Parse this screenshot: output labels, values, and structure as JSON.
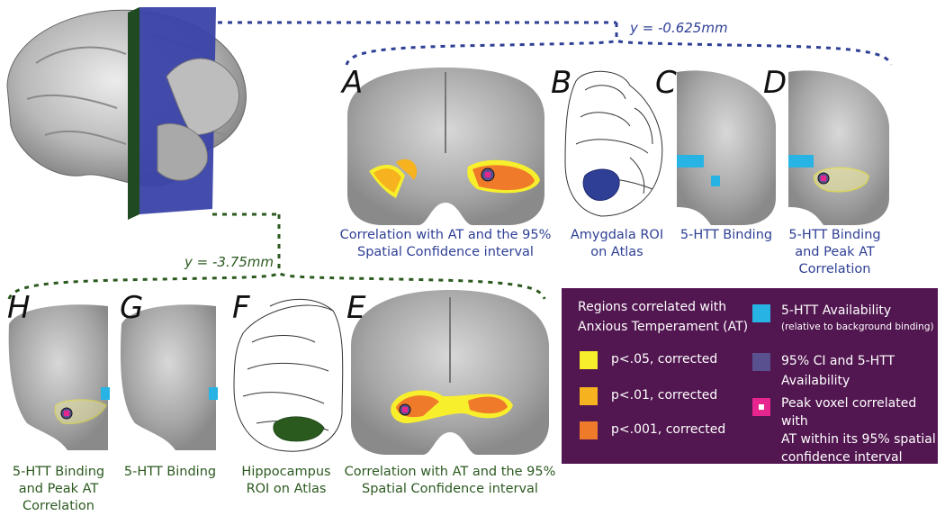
{
  "depth_labels": {
    "top": "y = -0.625mm",
    "bottom": "y = -3.75mm"
  },
  "panels": [
    {
      "letter": "A",
      "caption": "Correlation with AT and the 95%\nSpatial Confidence interval"
    },
    {
      "letter": "B",
      "caption": "Amygdala ROI\non Atlas"
    },
    {
      "letter": "C",
      "caption": "5-HTT Binding"
    },
    {
      "letter": "D",
      "caption": "5-HTT Binding\nand Peak AT\nCorrelation"
    },
    {
      "letter": "E",
      "caption": "Correlation with AT and the 95%\nSpatial Confidence interval"
    },
    {
      "letter": "F",
      "caption": "Hippocampus\nROI on Atlas"
    },
    {
      "letter": "G",
      "caption": "5-HTT Binding"
    },
    {
      "letter": "H",
      "caption": "5-HTT Binding\nand Peak AT\nCorrelation"
    }
  ],
  "legend": {
    "title": "Regions correlated with\nAnxious Temperament (AT)",
    "items": [
      {
        "label": "p<.05, corrected",
        "color": "#f7ef2c"
      },
      {
        "label": "p<.01, corrected",
        "color": "#f6b21f"
      },
      {
        "label": "p<.001, corrected",
        "color": "#ef7b2a"
      }
    ],
    "items_right": [
      {
        "label": "5-HTT Availability",
        "sub": "(relative to background binding)",
        "color": "#27b4e5"
      },
      {
        "label": "95% CI and 5-HTT\nAvailability",
        "color": "#58508f"
      },
      {
        "label": "Peak voxel correlated with\nAT within its 95% spatial\nconfidence interval",
        "color": "#e6258f"
      }
    ]
  },
  "colors": {
    "blue_caption": "#2e3f95",
    "green_caption": "#2b5a1f",
    "legend_bg": "#521650"
  }
}
